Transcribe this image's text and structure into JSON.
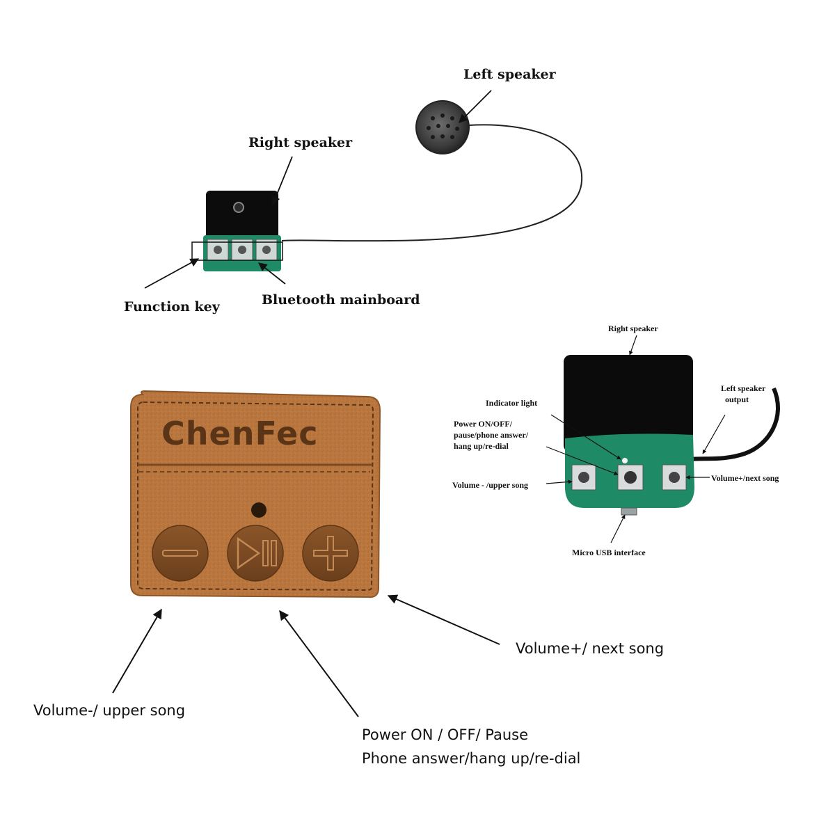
{
  "top_diagram": {
    "left_speaker": "Left speaker",
    "right_speaker": "Right speaker",
    "function_key": "Function key",
    "bluetooth_mainboard": "Bluetooth mainboard"
  },
  "board_diagram": {
    "right_speaker": "Right speaker",
    "left_speaker_output": [
      "Left speaker",
      "output"
    ],
    "indicator_light": "Indicator light",
    "power_key": [
      "Power ON/OFF/",
      "pause/phone answer/",
      "hang up/re-dial"
    ],
    "volume_minus": "Volume - /upper song",
    "volume_plus": "Volume+/next song",
    "micro_usb": "Micro USB interface"
  },
  "button_pad": {
    "brand": "ChenFec",
    "volume_minus_label": "Volume-/ upper song",
    "power_label": [
      "Power ON / OFF/ Pause",
      "Phone answer/hang up/re-dial"
    ],
    "volume_plus_label": "Volume+/ next song"
  },
  "colors": {
    "leather": "#b9773f",
    "leather_dark": "#7a4a22",
    "pcb": "#1f8a66",
    "speaker_body": "#111111"
  }
}
